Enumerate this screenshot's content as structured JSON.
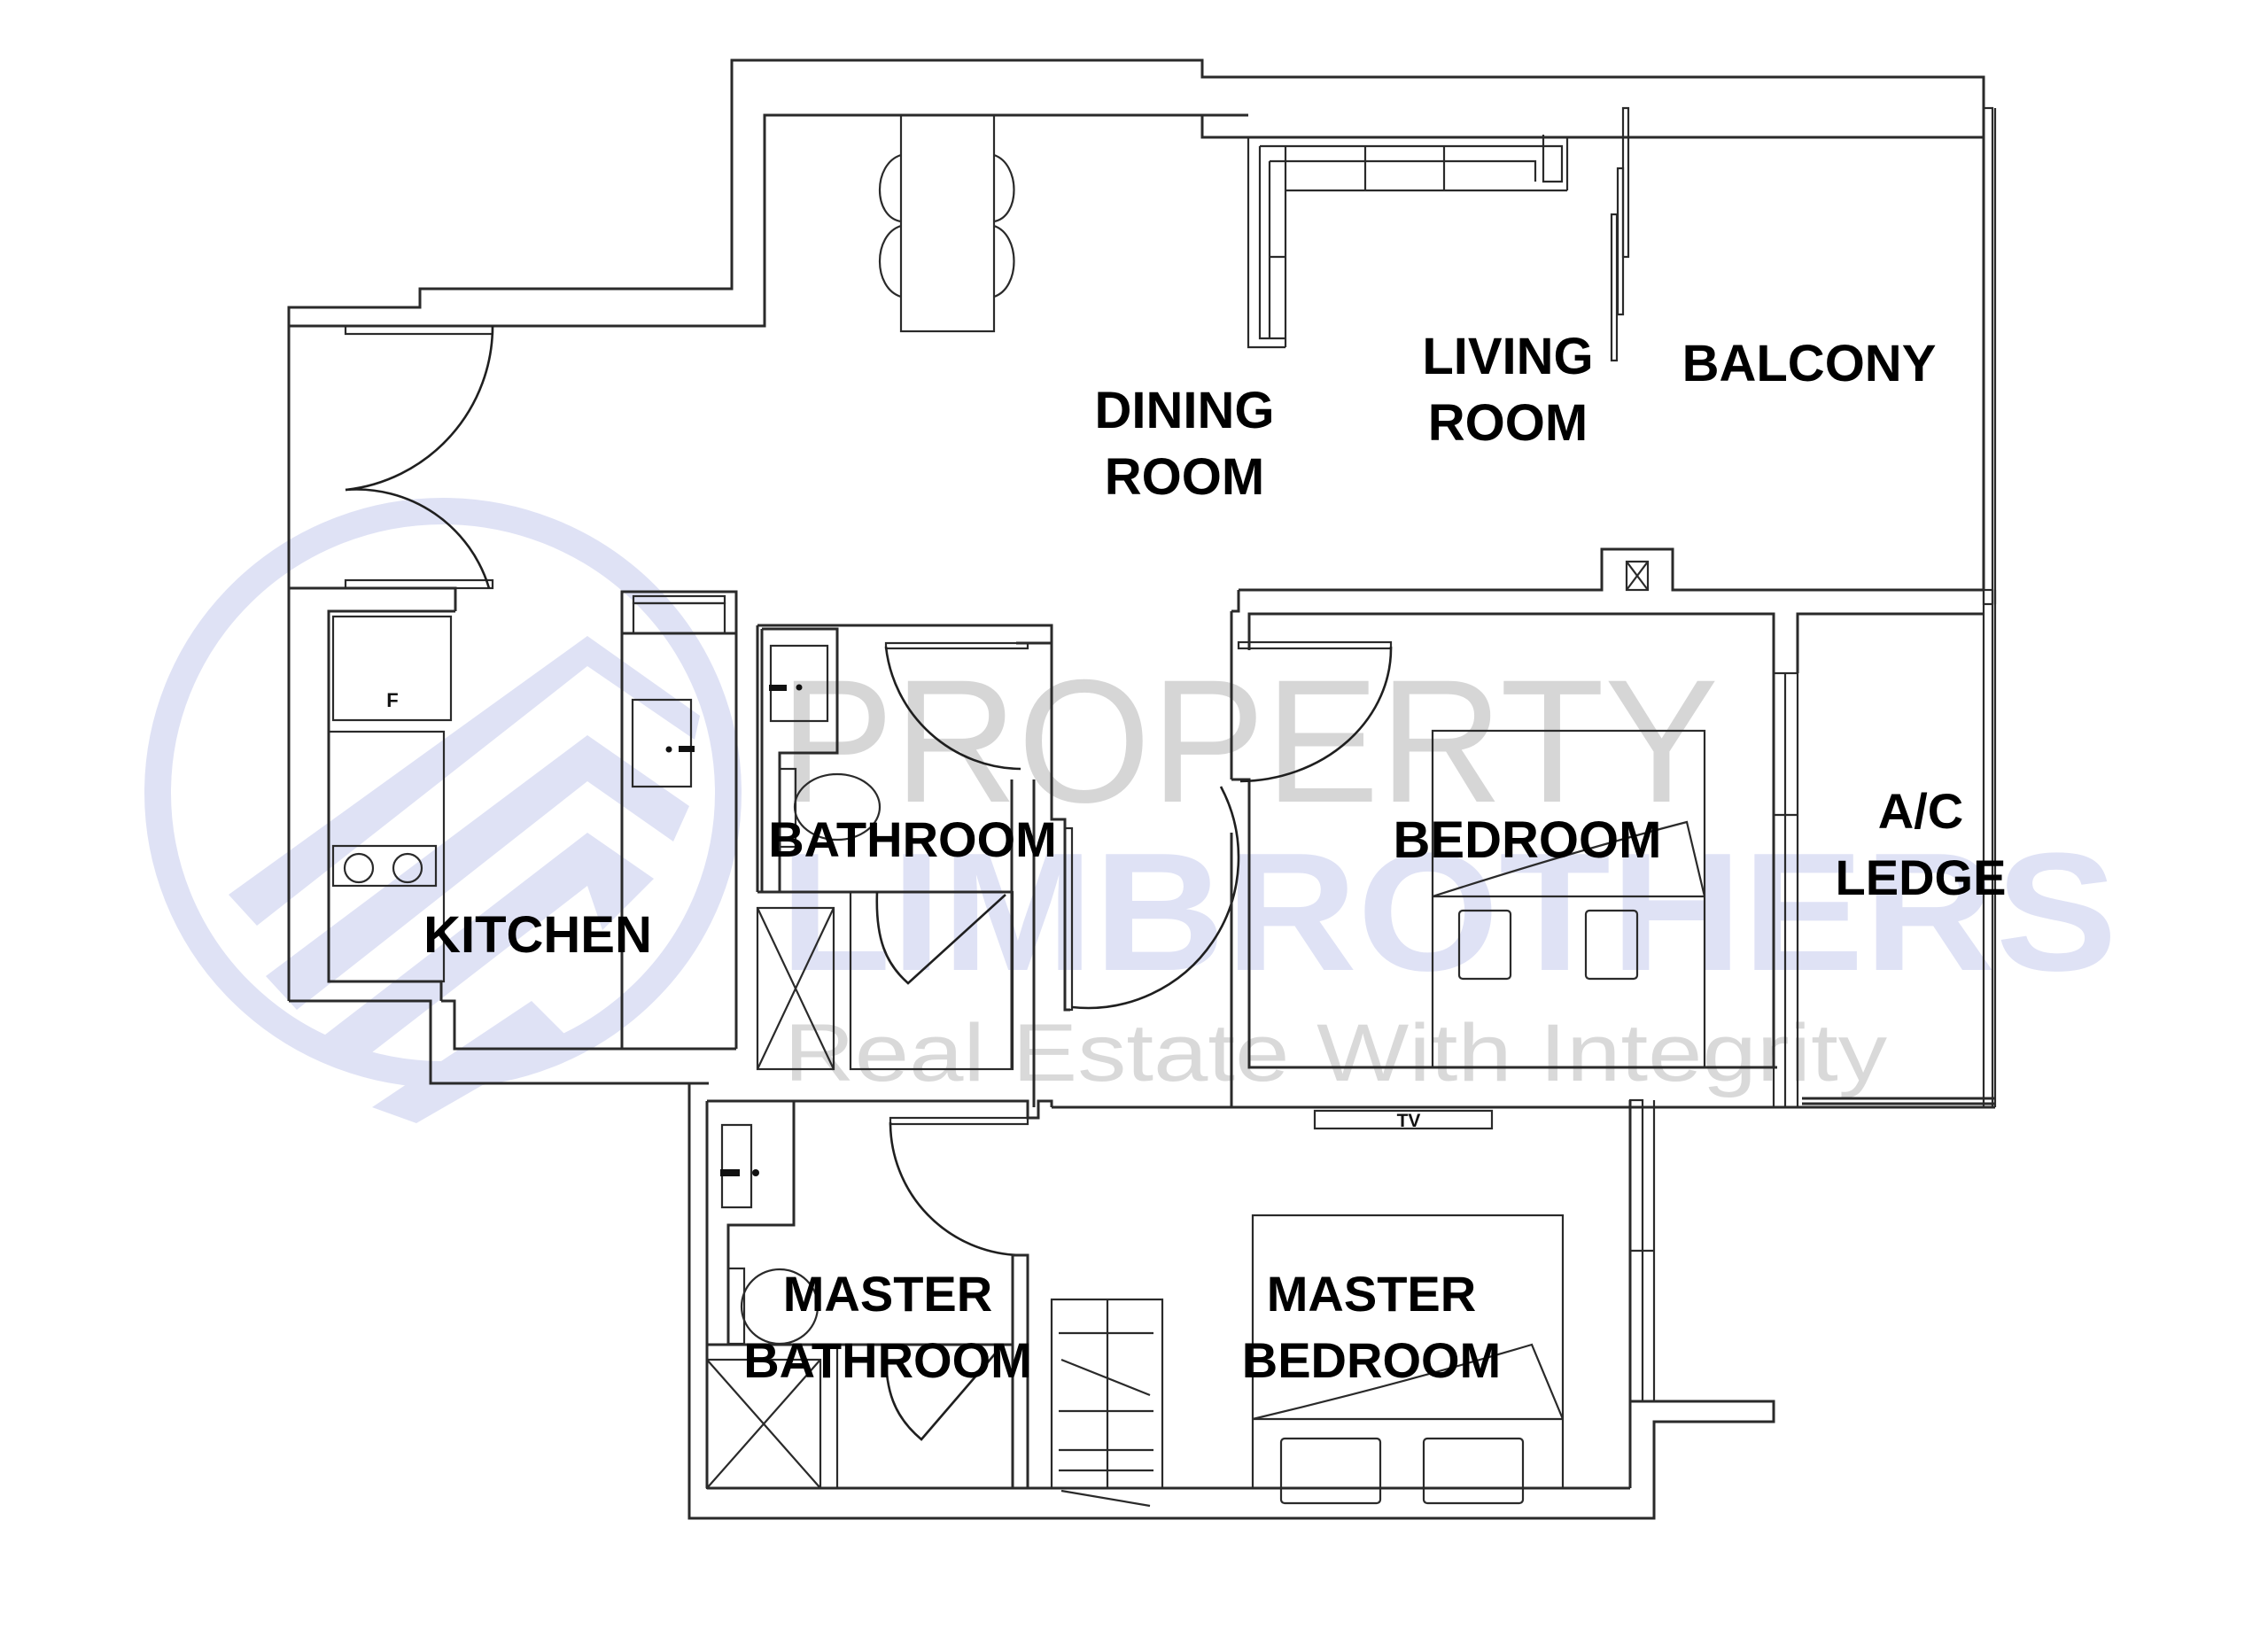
{
  "watermark": {
    "line1": "PROPERTY",
    "line2": "LIMBROTHERS",
    "tagline": "Real Estate With Integrity",
    "colors": {
      "line1": "#d6d6d6",
      "line2": "#dfe2f5",
      "tagline": "#d9d9d9",
      "logo": "#dfe2f5"
    }
  },
  "rooms": {
    "dining": {
      "line1": "DINING",
      "line2": "ROOM"
    },
    "living": {
      "line1": "LIVING",
      "line2": "ROOM"
    },
    "balcony": {
      "line1": "BALCONY"
    },
    "kitchen": {
      "line1": "KITCHEN"
    },
    "bathroom": {
      "line1": "BATHROOM"
    },
    "bedroom": {
      "line1": "BEDROOM"
    },
    "ac_ledge": {
      "line1": "A/C",
      "line2": "LEDGE"
    },
    "master_bathroom": {
      "line1": "MASTER",
      "line2": "BATHROOM"
    },
    "master_bedroom": {
      "line1": "MASTER",
      "line2": "BEDROOM"
    }
  },
  "fixtures": {
    "fridge_label": "F",
    "tv_label": "TV"
  },
  "colors": {
    "line": "#2a2a2a",
    "text": "#000000",
    "background": "#ffffff"
  }
}
